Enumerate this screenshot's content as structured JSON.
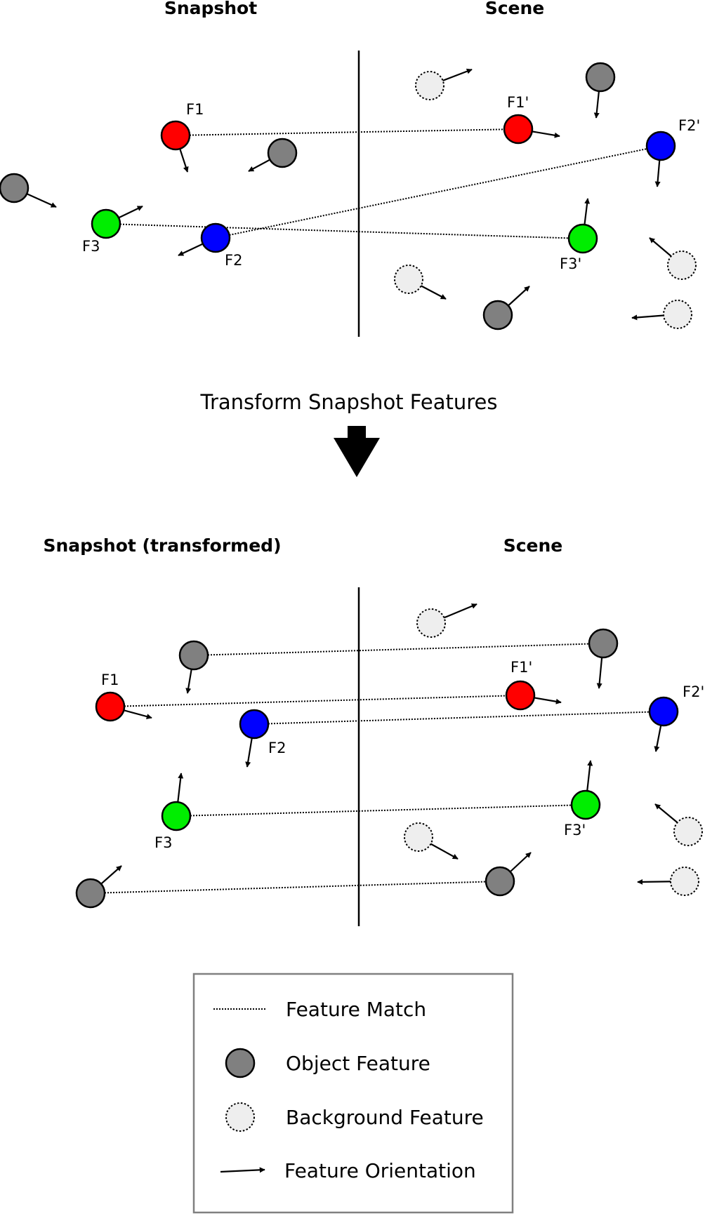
{
  "top": {
    "snapshot_title": "Snapshot",
    "scene_title": "Scene",
    "labels": {
      "f1": "F1",
      "f2": "F2",
      "f3": "F3",
      "f1p": "F1'",
      "f2p": "F2'",
      "f3p": "F3'"
    }
  },
  "transform_label": "Transform Snapshot Features",
  "bottom": {
    "snapshot_title": "Snapshot (transformed)",
    "scene_title": "Scene",
    "labels": {
      "f1": "F1",
      "f2": "F2",
      "f3": "F3",
      "f1p": "F1'",
      "f2p": "F2'",
      "f3p": "F3'"
    }
  },
  "legend": {
    "match": "Feature Match",
    "object": "Object Feature",
    "background": "Background Feature",
    "orientation": "Feature Orientation"
  },
  "colors": {
    "f1": "#ff0000",
    "f2": "#0000ff",
    "f3": "#00ee00",
    "object": "#808080",
    "background": "#eeeeee"
  }
}
